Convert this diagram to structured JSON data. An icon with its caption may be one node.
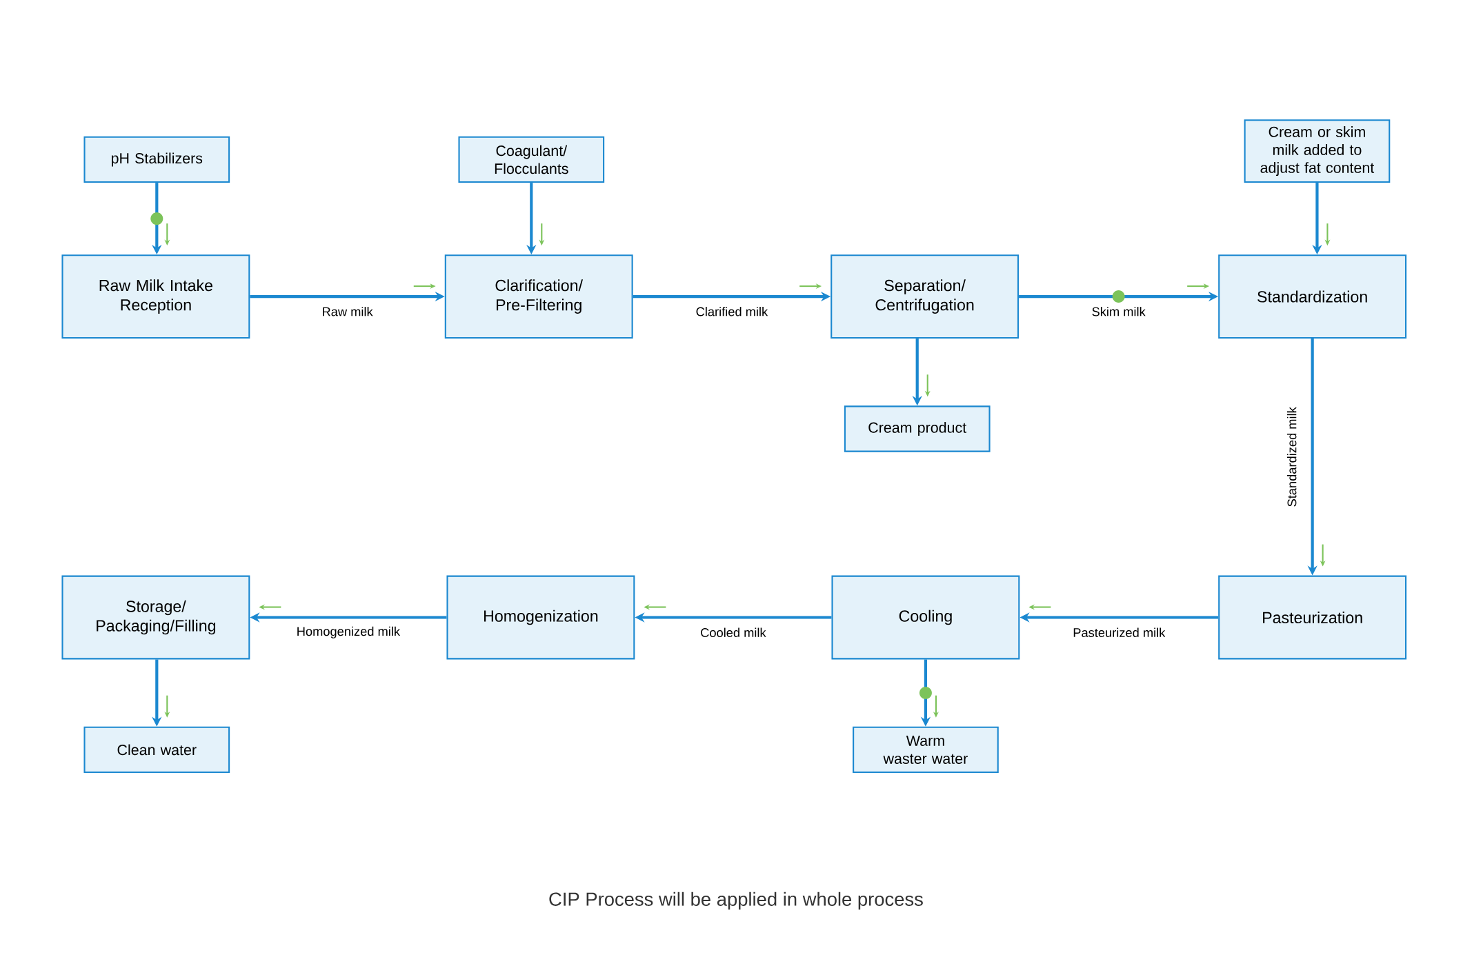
{
  "diagram": {
    "caption": "CIP Process will be applied in whole process",
    "nodes": [
      {
        "text": [
          "pH Stabilizers"
        ]
      },
      {
        "text": [
          "Raw Milk Intake Reception"
        ]
      },
      {
        "text": [
          "Coagulant/ Flocculants"
        ]
      },
      {
        "text": [
          "Clarification/ Pre-Filtering"
        ]
      },
      {
        "text": [
          "Separation/ Centrifugation"
        ]
      },
      {
        "text": [
          "Cream product"
        ]
      },
      {
        "text": [
          "Cream or skim milk added to adjust fat content"
        ]
      },
      {
        "text": [
          "Standardization"
        ]
      },
      {
        "text": [
          "Pasteurization"
        ]
      },
      {
        "text": [
          "Cooling"
        ]
      },
      {
        "text": [
          "Warm waster water"
        ]
      },
      {
        "text": [
          "Homogenization"
        ]
      },
      {
        "text": [
          "Storage/ Packaging/Filling"
        ]
      },
      {
        "text": [
          "Clean water"
        ]
      }
    ],
    "edges": [
      {
        "from": 0,
        "to": 1,
        "arrow": "to"
      },
      {
        "from": 1,
        "to": 3,
        "arrow": "to",
        "label": "Raw milk"
      },
      {
        "from": 2,
        "to": 3,
        "arrow": "to"
      },
      {
        "from": 3,
        "to": 4,
        "arrow": "to",
        "label": "Clarified milk"
      },
      {
        "from": 4,
        "to": 5,
        "arrow": "to"
      },
      {
        "from": 4,
        "to": 7,
        "arrow": "to",
        "label": "Skim milk"
      },
      {
        "from": 6,
        "to": 7,
        "arrow": "to"
      },
      {
        "from": 7,
        "to": 8,
        "arrow": "to",
        "label": "Standardized milk"
      },
      {
        "from": 8,
        "to": 9,
        "arrow": "to",
        "label": "Pasteurized milk"
      },
      {
        "from": 9,
        "to": 10,
        "arrow": "to"
      },
      {
        "from": 9,
        "to": 11,
        "arrow": "to",
        "label": "Cooled milk"
      },
      {
        "from": 11,
        "to": 12,
        "arrow": "to",
        "label": "Homogenized milk"
      },
      {
        "from": 12,
        "to": 13,
        "arrow": "to"
      }
    ]
  }
}
